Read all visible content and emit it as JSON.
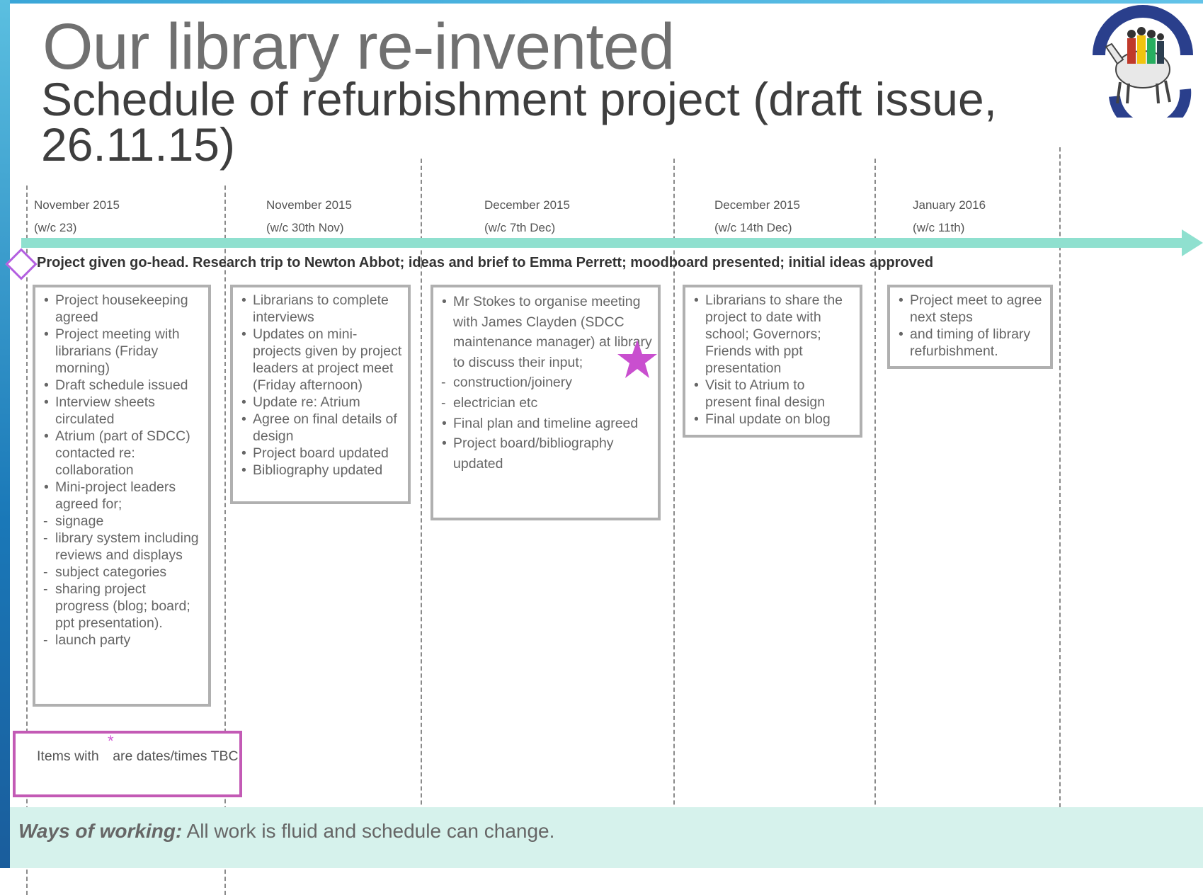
{
  "slide": {
    "title": "Our library re-invented",
    "subtitle": "Schedule of refurbishment project (draft issue, 26.11.15)",
    "logo_icon": "school-crest-logo",
    "accent_color": "#8fe0cf",
    "highlight_color": "#c35ab5"
  },
  "weeks": [
    {
      "month": "November 2015",
      "week": "(w/c 23)"
    },
    {
      "month": "November 2015",
      "week": "(w/c 30th Nov)"
    },
    {
      "month": "December 2015",
      "week": "(w/c 7th Dec)"
    },
    {
      "month": "December 2015",
      "week": "(w/c 14th Dec)"
    },
    {
      "month": "January 2016",
      "week": "(w/c 11th)"
    }
  ],
  "milestone": {
    "icon": "diamond-milestone-icon",
    "text": "Project given go-head. Research trip to Newton Abbot; ideas and brief to Emma Perrett; moodboard presented; initial ideas approved"
  },
  "columns": [
    {
      "items": [
        {
          "marker": "bullet",
          "text": "Project housekeeping agreed"
        },
        {
          "marker": "bullet",
          "text": "Project meeting with librarians (Friday morning)"
        },
        {
          "marker": "bullet",
          "text": "Draft schedule issued"
        },
        {
          "marker": "bullet",
          "text": "Interview sheets circulated"
        },
        {
          "marker": "bullet",
          "text": "Atrium (part of SDCC) contacted re: collaboration"
        },
        {
          "marker": "bullet",
          "text": "Mini-project leaders agreed for;"
        },
        {
          "marker": "dash",
          "text": "signage"
        },
        {
          "marker": "dash",
          "text": "library system including reviews and displays"
        },
        {
          "marker": "dash",
          "text": "subject categories"
        },
        {
          "marker": "dash",
          "text": "sharing project progress (blog; board; ppt presentation)."
        },
        {
          "marker": "dash",
          "text": "launch party"
        }
      ]
    },
    {
      "items": [
        {
          "marker": "bullet",
          "text": "Librarians to complete interviews"
        },
        {
          "marker": "bullet",
          "text": "Updates on mini-projects given by project leaders at project meet (Friday afternoon)"
        },
        {
          "marker": "bullet",
          "text": "Update re: Atrium"
        },
        {
          "marker": "bullet",
          "text": "Agree on final details of design"
        },
        {
          "marker": "bullet",
          "text": "Project board updated"
        },
        {
          "marker": "bullet",
          "text": "Bibliography updated"
        }
      ]
    },
    {
      "items": [
        {
          "marker": "bullet",
          "text": "Mr Stokes to organise meeting with James Clayden (SDCC maintenance manager) at library to discuss their input;"
        },
        {
          "marker": "dash",
          "text": "construction/joinery"
        },
        {
          "marker": "dash",
          "text": "electrician etc"
        },
        {
          "marker": "bullet",
          "text": "Final plan and timeline agreed"
        },
        {
          "marker": "bullet",
          "text": "Project board/bibliography updated"
        }
      ]
    },
    {
      "items": [
        {
          "marker": "bullet",
          "text": "Librarians to share the project to date with school; Governors; Friends with ppt presentation"
        },
        {
          "marker": "bullet",
          "text": "Visit to Atrium to present final design"
        },
        {
          "marker": "bullet",
          "text": "Final update on blog"
        }
      ]
    },
    {
      "items": [
        {
          "marker": "bullet",
          "text": "Project meet to agree next steps"
        },
        {
          "marker": "bullet",
          "text": "and timing of library refurbishment."
        }
      ]
    }
  ],
  "tbc_note": {
    "before": "Items with",
    "star": "*",
    "after": " are dates/times TBC",
    "icon": "star-icon"
  },
  "ways_of_working": {
    "label": "Ways of working:",
    "text": " All work is fluid and schedule can change."
  }
}
